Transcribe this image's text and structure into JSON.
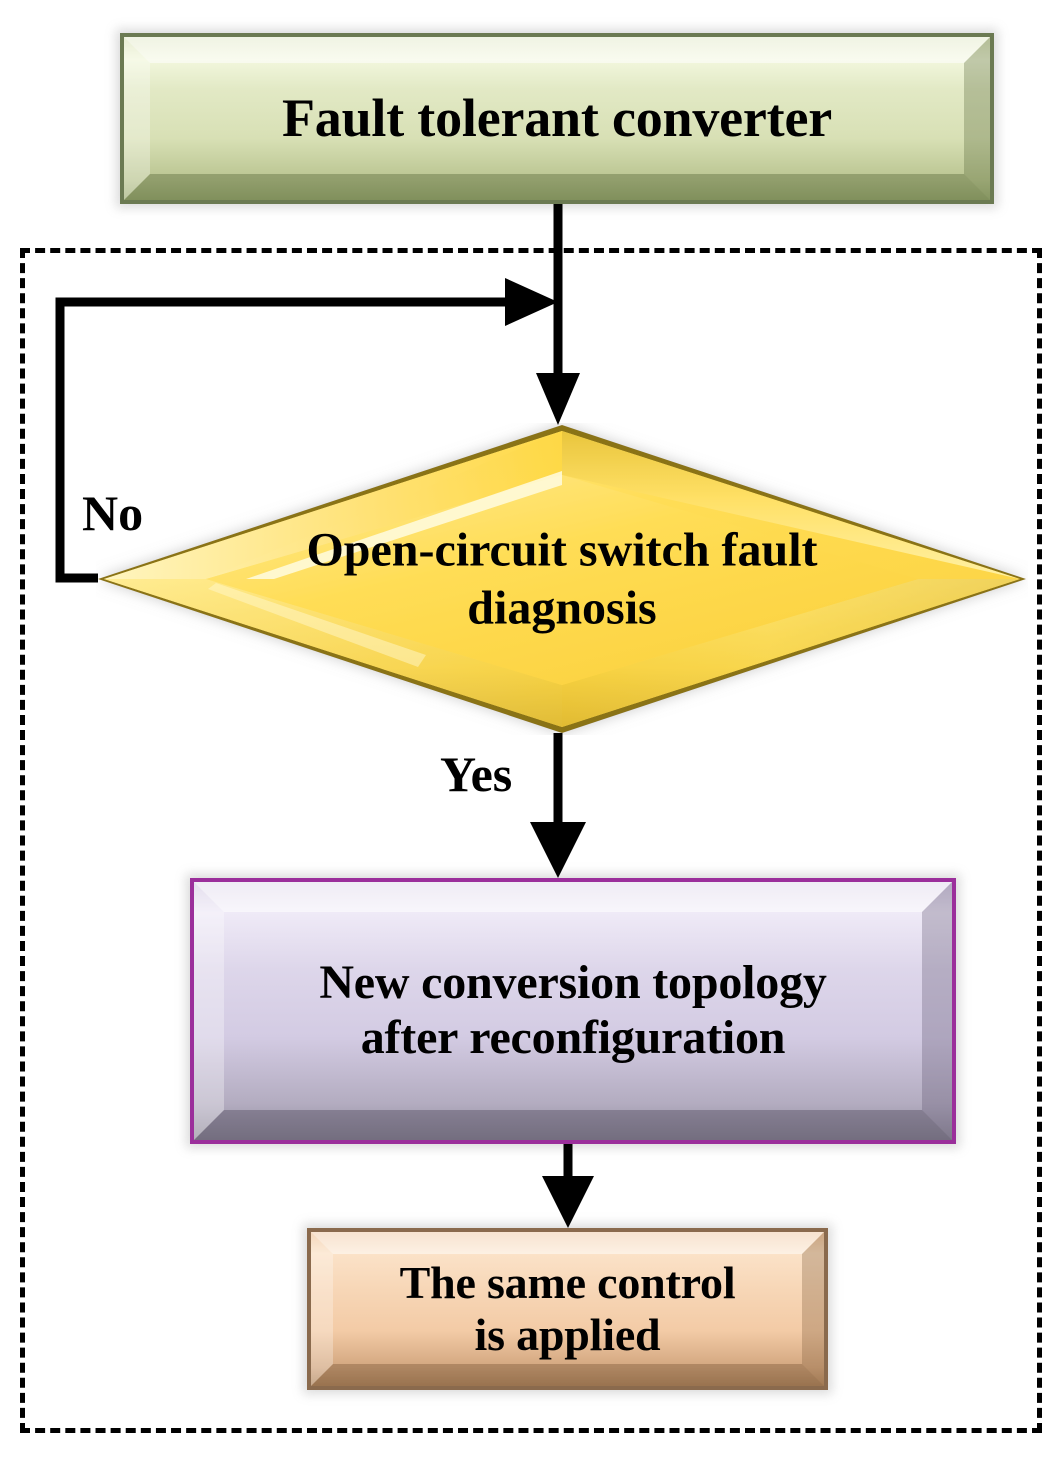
{
  "diagram": {
    "type": "flowchart",
    "title": "Fault tolerant converter open-circuit fault handling flow",
    "background": "#ffffff"
  },
  "nodes": {
    "start": {
      "label": "Fault tolerant converter",
      "shape": "rectangle",
      "fill": "#dfe6c2",
      "border": "#6b7a52"
    },
    "decision": {
      "label": "Open-circuit switch fault diagnosis",
      "line1": "Open-circuit switch fault",
      "line2": "diagnosis",
      "shape": "diamond",
      "fill": "#ffd83d",
      "border": "#8a7318"
    },
    "topology": {
      "label": "New conversion topology after reconfiguration",
      "line1": "New conversion topology",
      "line2": "after reconfiguration",
      "shape": "rectangle",
      "fill": "#d8d0e6",
      "border": "#9b2f9b"
    },
    "control": {
      "label": "The same control is applied",
      "line1": "The same control",
      "line2": "is applied",
      "shape": "rectangle",
      "fill": "#f7d6b6",
      "border": "#8a6a4d"
    }
  },
  "edges": {
    "no_label": "No",
    "yes_label": "Yes",
    "arrow_color": "#000000"
  },
  "region": {
    "style": "dashed",
    "color": "#000000"
  }
}
